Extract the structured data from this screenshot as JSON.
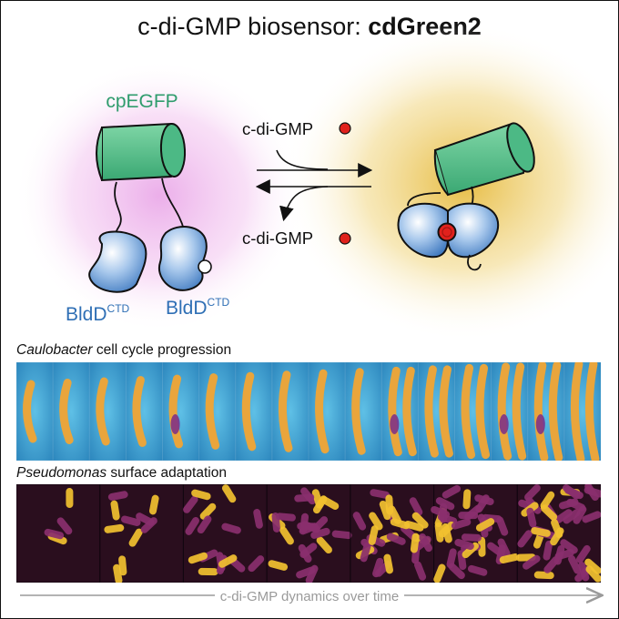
{
  "title": {
    "prefix": "c-di-GMP biosensor: ",
    "emphasis": "cdGreen2"
  },
  "schematic": {
    "fluorophore_label": "cpEGFP",
    "domain_label_base": "BldD",
    "domain_label_superscript": "CTD",
    "ligand_in_label": "c-di-GMP",
    "ligand_out_label": "c-di-GMP",
    "colors": {
      "fluorophore": "#5cc08a",
      "domain": "#4a86c8",
      "ligand": "#e0211c",
      "off_glow": "#e8a0e6",
      "on_glow": "#e9c24a",
      "text_green": "#2f9c6d",
      "text_blue": "#2f6fb5"
    }
  },
  "panels": {
    "caulobacter": {
      "label_italic": "Caulobacter",
      "label_rest": " cell cycle progression",
      "frames": 16,
      "background": "#3a9fd0"
    },
    "pseudomonas": {
      "label_italic": "Pseudomonas",
      "label_rest": " surface adaptation",
      "frames": 7,
      "background": "#2a0e1e"
    }
  },
  "time_axis": {
    "label": "c-di-GMP dynamics over time"
  }
}
